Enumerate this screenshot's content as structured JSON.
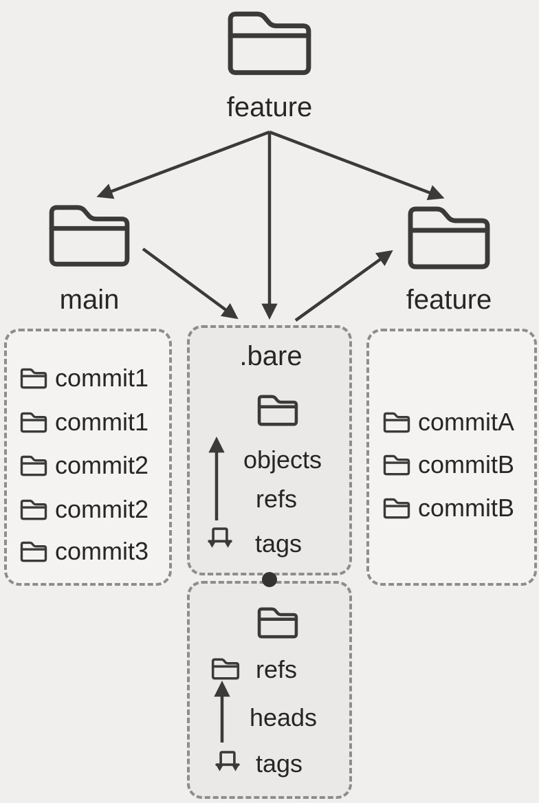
{
  "nodes": {
    "top": {
      "label": "feature"
    },
    "main": {
      "label": "main"
    },
    "feature": {
      "label": "feature"
    }
  },
  "left_box": {
    "items": [
      "commit1",
      "commit1",
      "commit2",
      "commit2",
      "commit3"
    ]
  },
  "bare_box": {
    "title": ".bare",
    "entries": [
      "objects",
      "refs",
      "tags"
    ]
  },
  "right_box": {
    "items": [
      "commitA",
      "commitB",
      "commitB"
    ]
  },
  "refs_box": {
    "entries": [
      "refs",
      "heads",
      "tags"
    ]
  },
  "icons": {
    "folder": "folder-icon",
    "tags_stand": "tags-stand-icon",
    "connector_dot": "connector-dot"
  },
  "colors": {
    "background": "#f0efed",
    "line": "#3a3a3a",
    "text": "#262626",
    "dash_border": "#8d8d8d",
    "center_box_fill": "#eae9e7",
    "side_box_fill": "#f4f3f1"
  }
}
